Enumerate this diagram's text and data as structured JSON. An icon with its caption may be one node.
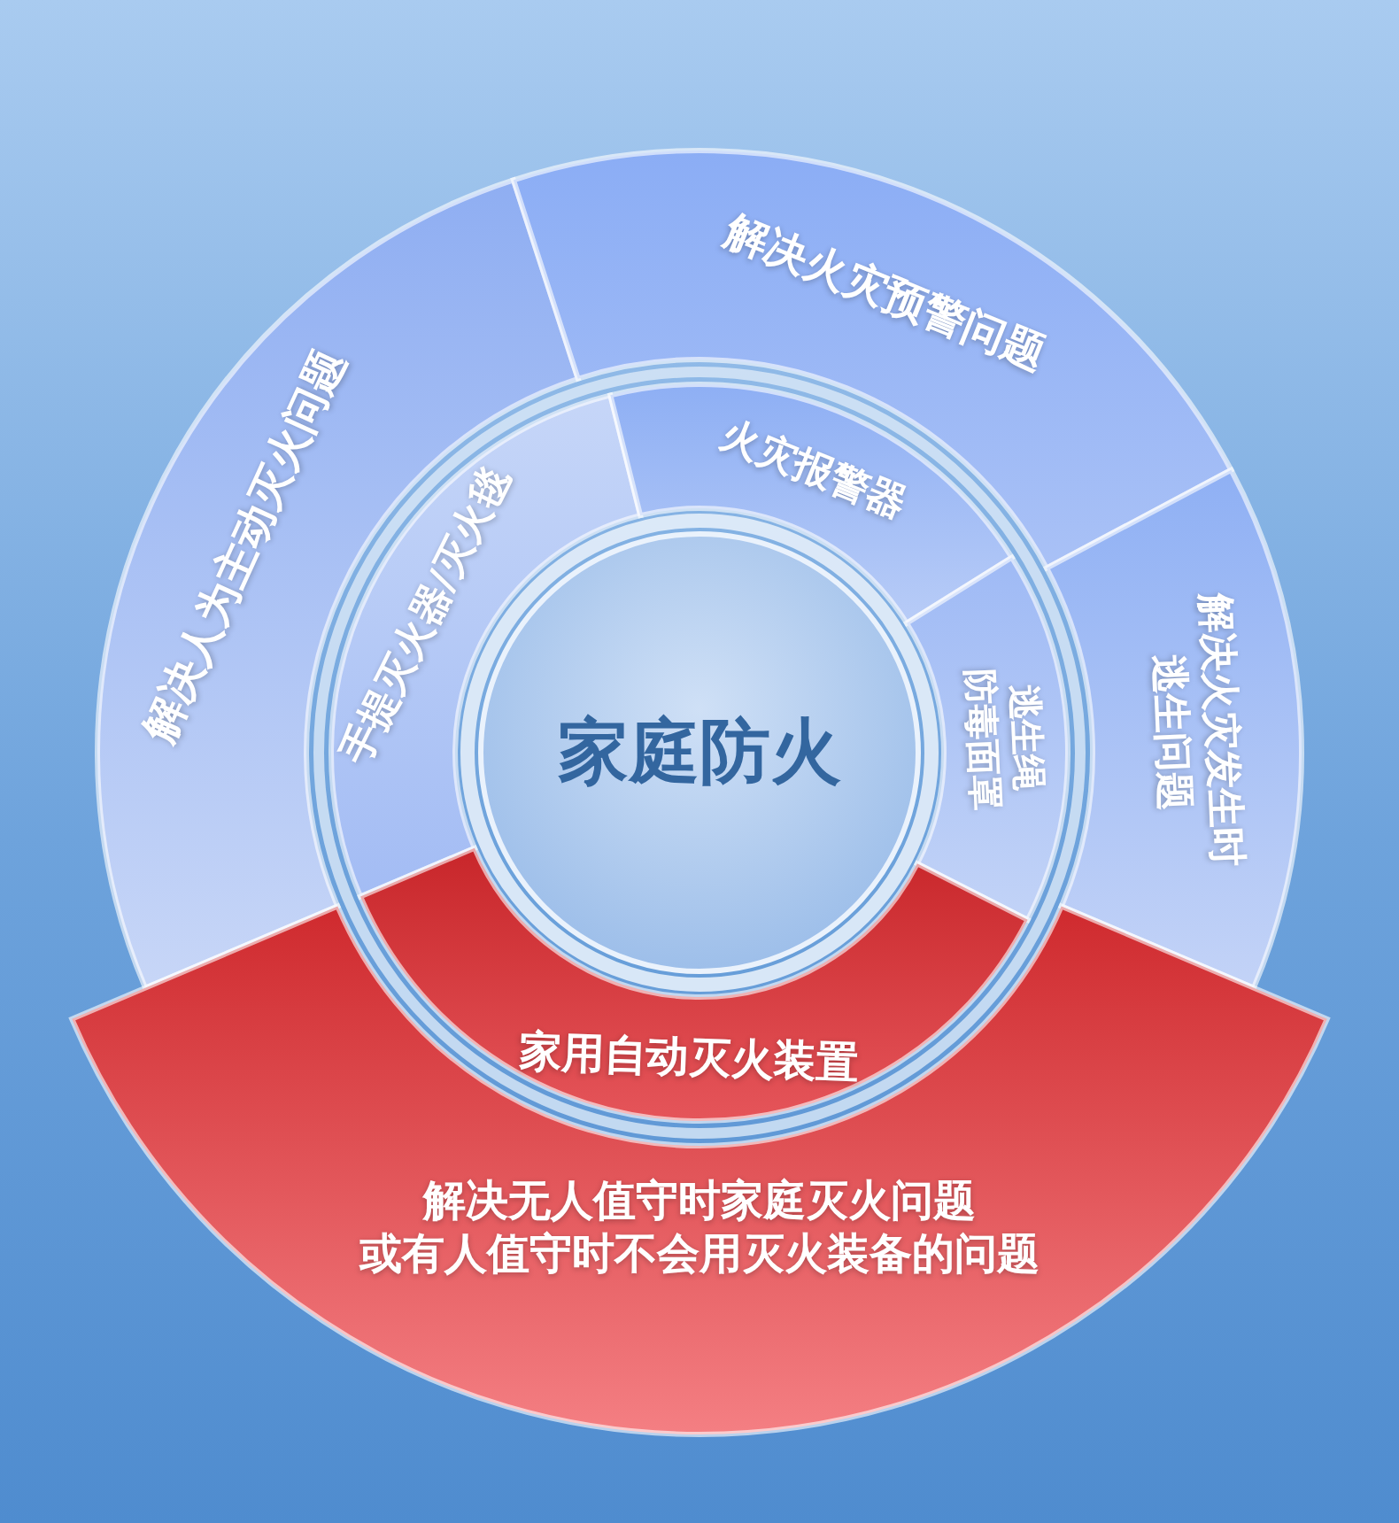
{
  "diagram": {
    "nodes": [
      {
        "text": [
          "家庭防火"
        ]
      },
      {
        "text": [
          "手提灭火器/灭火毯"
        ]
      },
      {
        "text": [
          "火灾报警器"
        ]
      },
      {
        "text": [
          "逃生绳",
          "防毒面罩"
        ]
      },
      {
        "text": [
          "家用自动灭火装置"
        ]
      },
      {
        "text": [
          "解决人为主动灭火问题"
        ]
      },
      {
        "text": [
          "解决火灾预警问题"
        ]
      },
      {
        "text": [
          "解决火灾发生时逃生问题"
        ]
      },
      {
        "text": [
          "解决无人值守时家庭灭火问题",
          "或有人值守时不会用灭火装备的问题"
        ]
      }
    ]
  }
}
